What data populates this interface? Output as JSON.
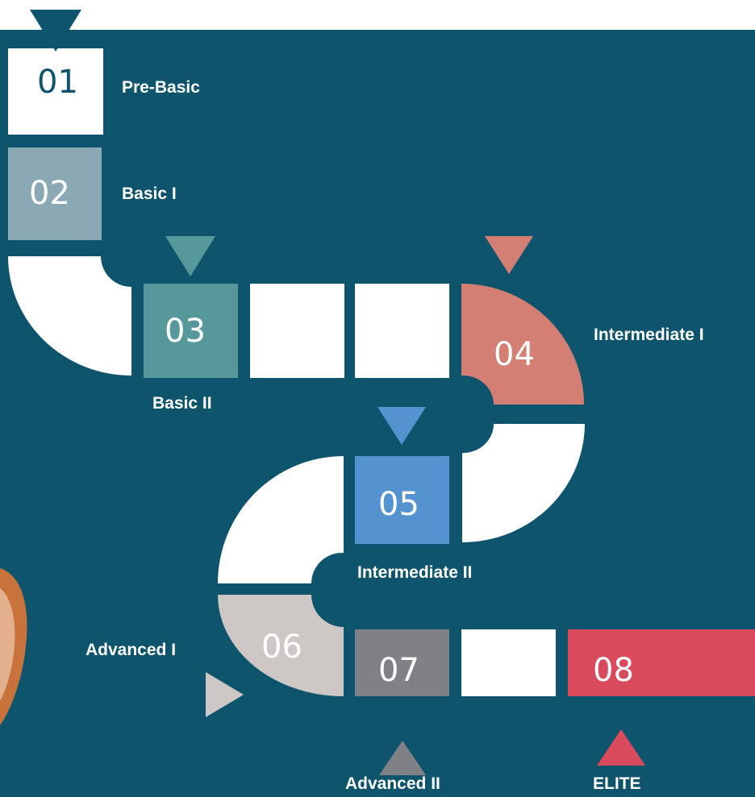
{
  "colors": {
    "board_bg": "#0f546d",
    "path_white": "#ffffff",
    "level_01": "#ffffff",
    "level_02": "#8aa9b5",
    "level_03": "#57999a",
    "level_04": "#d47f74",
    "level_05": "#5592d0",
    "level_06": "#cdc7c5",
    "level_07": "#7f8186",
    "level_08": "#d84a5c",
    "marker_01": "#0f546d",
    "label_text": "#ffffff"
  },
  "levels": [
    {
      "number": "01",
      "label": "Pre-Basic"
    },
    {
      "number": "02",
      "label": "Basic I"
    },
    {
      "number": "03",
      "label": "Basic II"
    },
    {
      "number": "04",
      "label": "Intermediate I"
    },
    {
      "number": "05",
      "label": "Intermediate II"
    },
    {
      "number": "06",
      "label": "Advanced I"
    },
    {
      "number": "07",
      "label": "Advanced II"
    },
    {
      "number": "08",
      "label": "ELITE"
    }
  ]
}
